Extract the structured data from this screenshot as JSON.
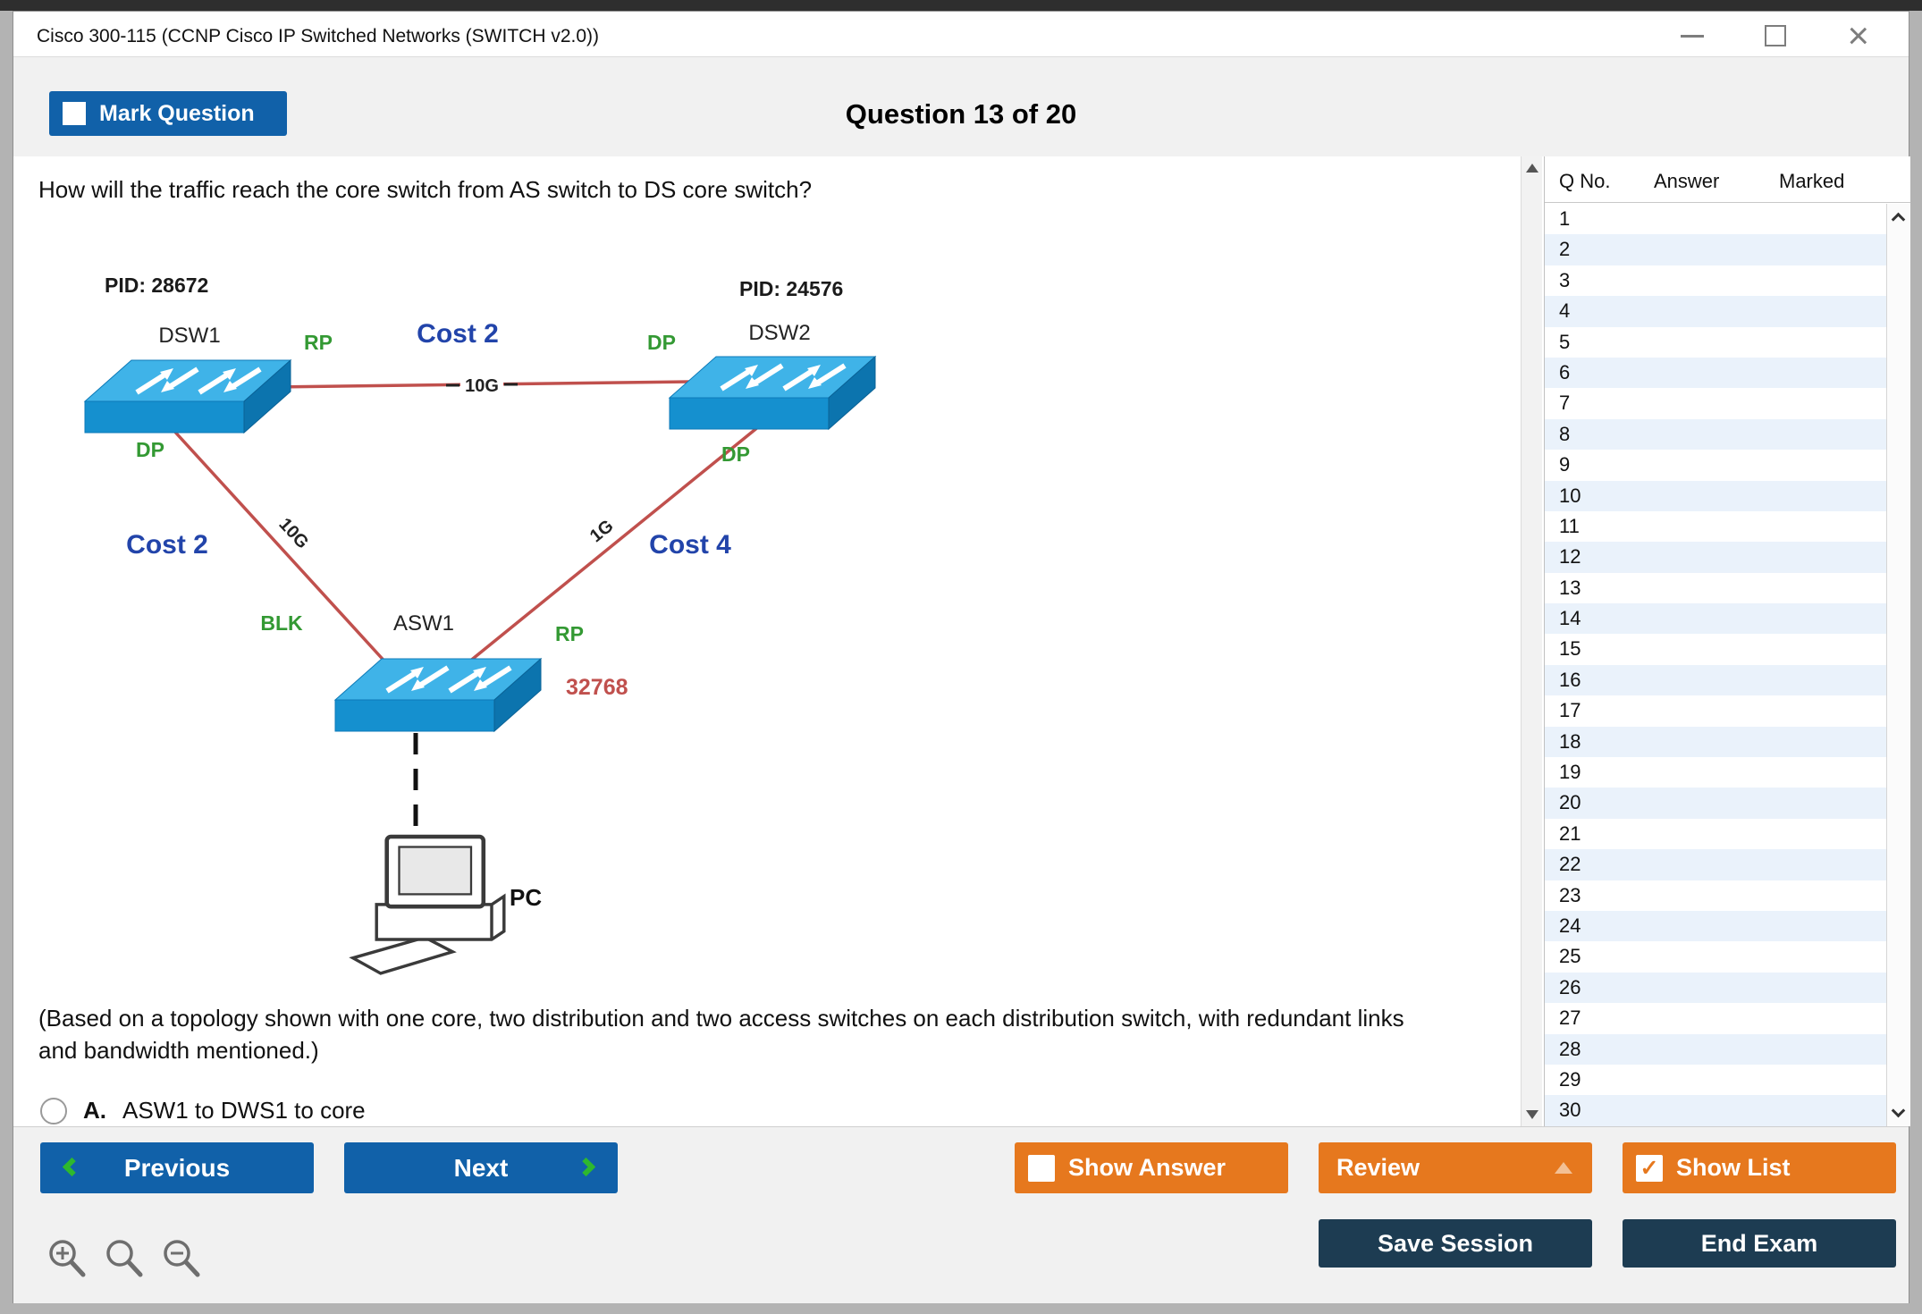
{
  "window": {
    "title": "Cisco 300-115 (CCNP Cisco IP Switched Networks (SWITCH v2.0))"
  },
  "icons": {
    "close": "×",
    "check": "✓"
  },
  "header": {
    "mark_question": "Mark Question",
    "question_counter": "Question 13 of 20"
  },
  "question": {
    "text": "How will the traffic reach the core switch from AS switch to DS core switch?",
    "note": "(Based on a topology shown with one core, two distribution and two access switches on each distribution switch, with redundant links and bandwidth mentioned.)",
    "option_a_letter": "A.",
    "option_a_text": "ASW1 to DWS1 to core"
  },
  "diagram": {
    "dsw1_pid": "PID: 28672",
    "dsw2_pid": "PID: 24576",
    "dsw1_name": "DSW1",
    "dsw2_name": "DSW2",
    "asw1_name": "ASW1",
    "asw1_priority": "32768",
    "pc_label": "PC",
    "rp_top": "RP",
    "dp_top": "DP",
    "cost_top": "Cost 2",
    "bw_top": "10G",
    "dp_left": "DP",
    "dp_right": "DP",
    "cost_left": "Cost 2",
    "bw_left": "10G",
    "cost_right": "Cost 4",
    "bw_right": "1G",
    "blk_label": "BLK",
    "rp_bottom": "RP"
  },
  "question_list": {
    "headers": {
      "qno": "Q No.",
      "answer": "Answer",
      "marked": "Marked"
    },
    "rows": [
      "1",
      "2",
      "3",
      "4",
      "5",
      "6",
      "7",
      "8",
      "9",
      "10",
      "11",
      "12",
      "13",
      "14",
      "15",
      "16",
      "17",
      "18",
      "19",
      "20",
      "21",
      "22",
      "23",
      "24",
      "25",
      "26",
      "27",
      "28",
      "29",
      "30"
    ]
  },
  "toolbar": {
    "previous": "Previous",
    "next": "Next",
    "show_answer": "Show Answer",
    "review": "Review",
    "show_list": "Show List",
    "save_session": "Save Session",
    "end_exam": "End Exam"
  },
  "colors": {
    "primary_blue": "#1161a9",
    "accent_orange": "#e6781e",
    "dark_navy": "#1d3c52",
    "arrow_green": "#2eb82e",
    "link_red": "#c0504d",
    "port_green": "#339933",
    "cost_blue": "#2244aa",
    "priority_red": "#c0504d",
    "switch_blue": "#1590cf",
    "alt_row": "#eaf2fb"
  }
}
